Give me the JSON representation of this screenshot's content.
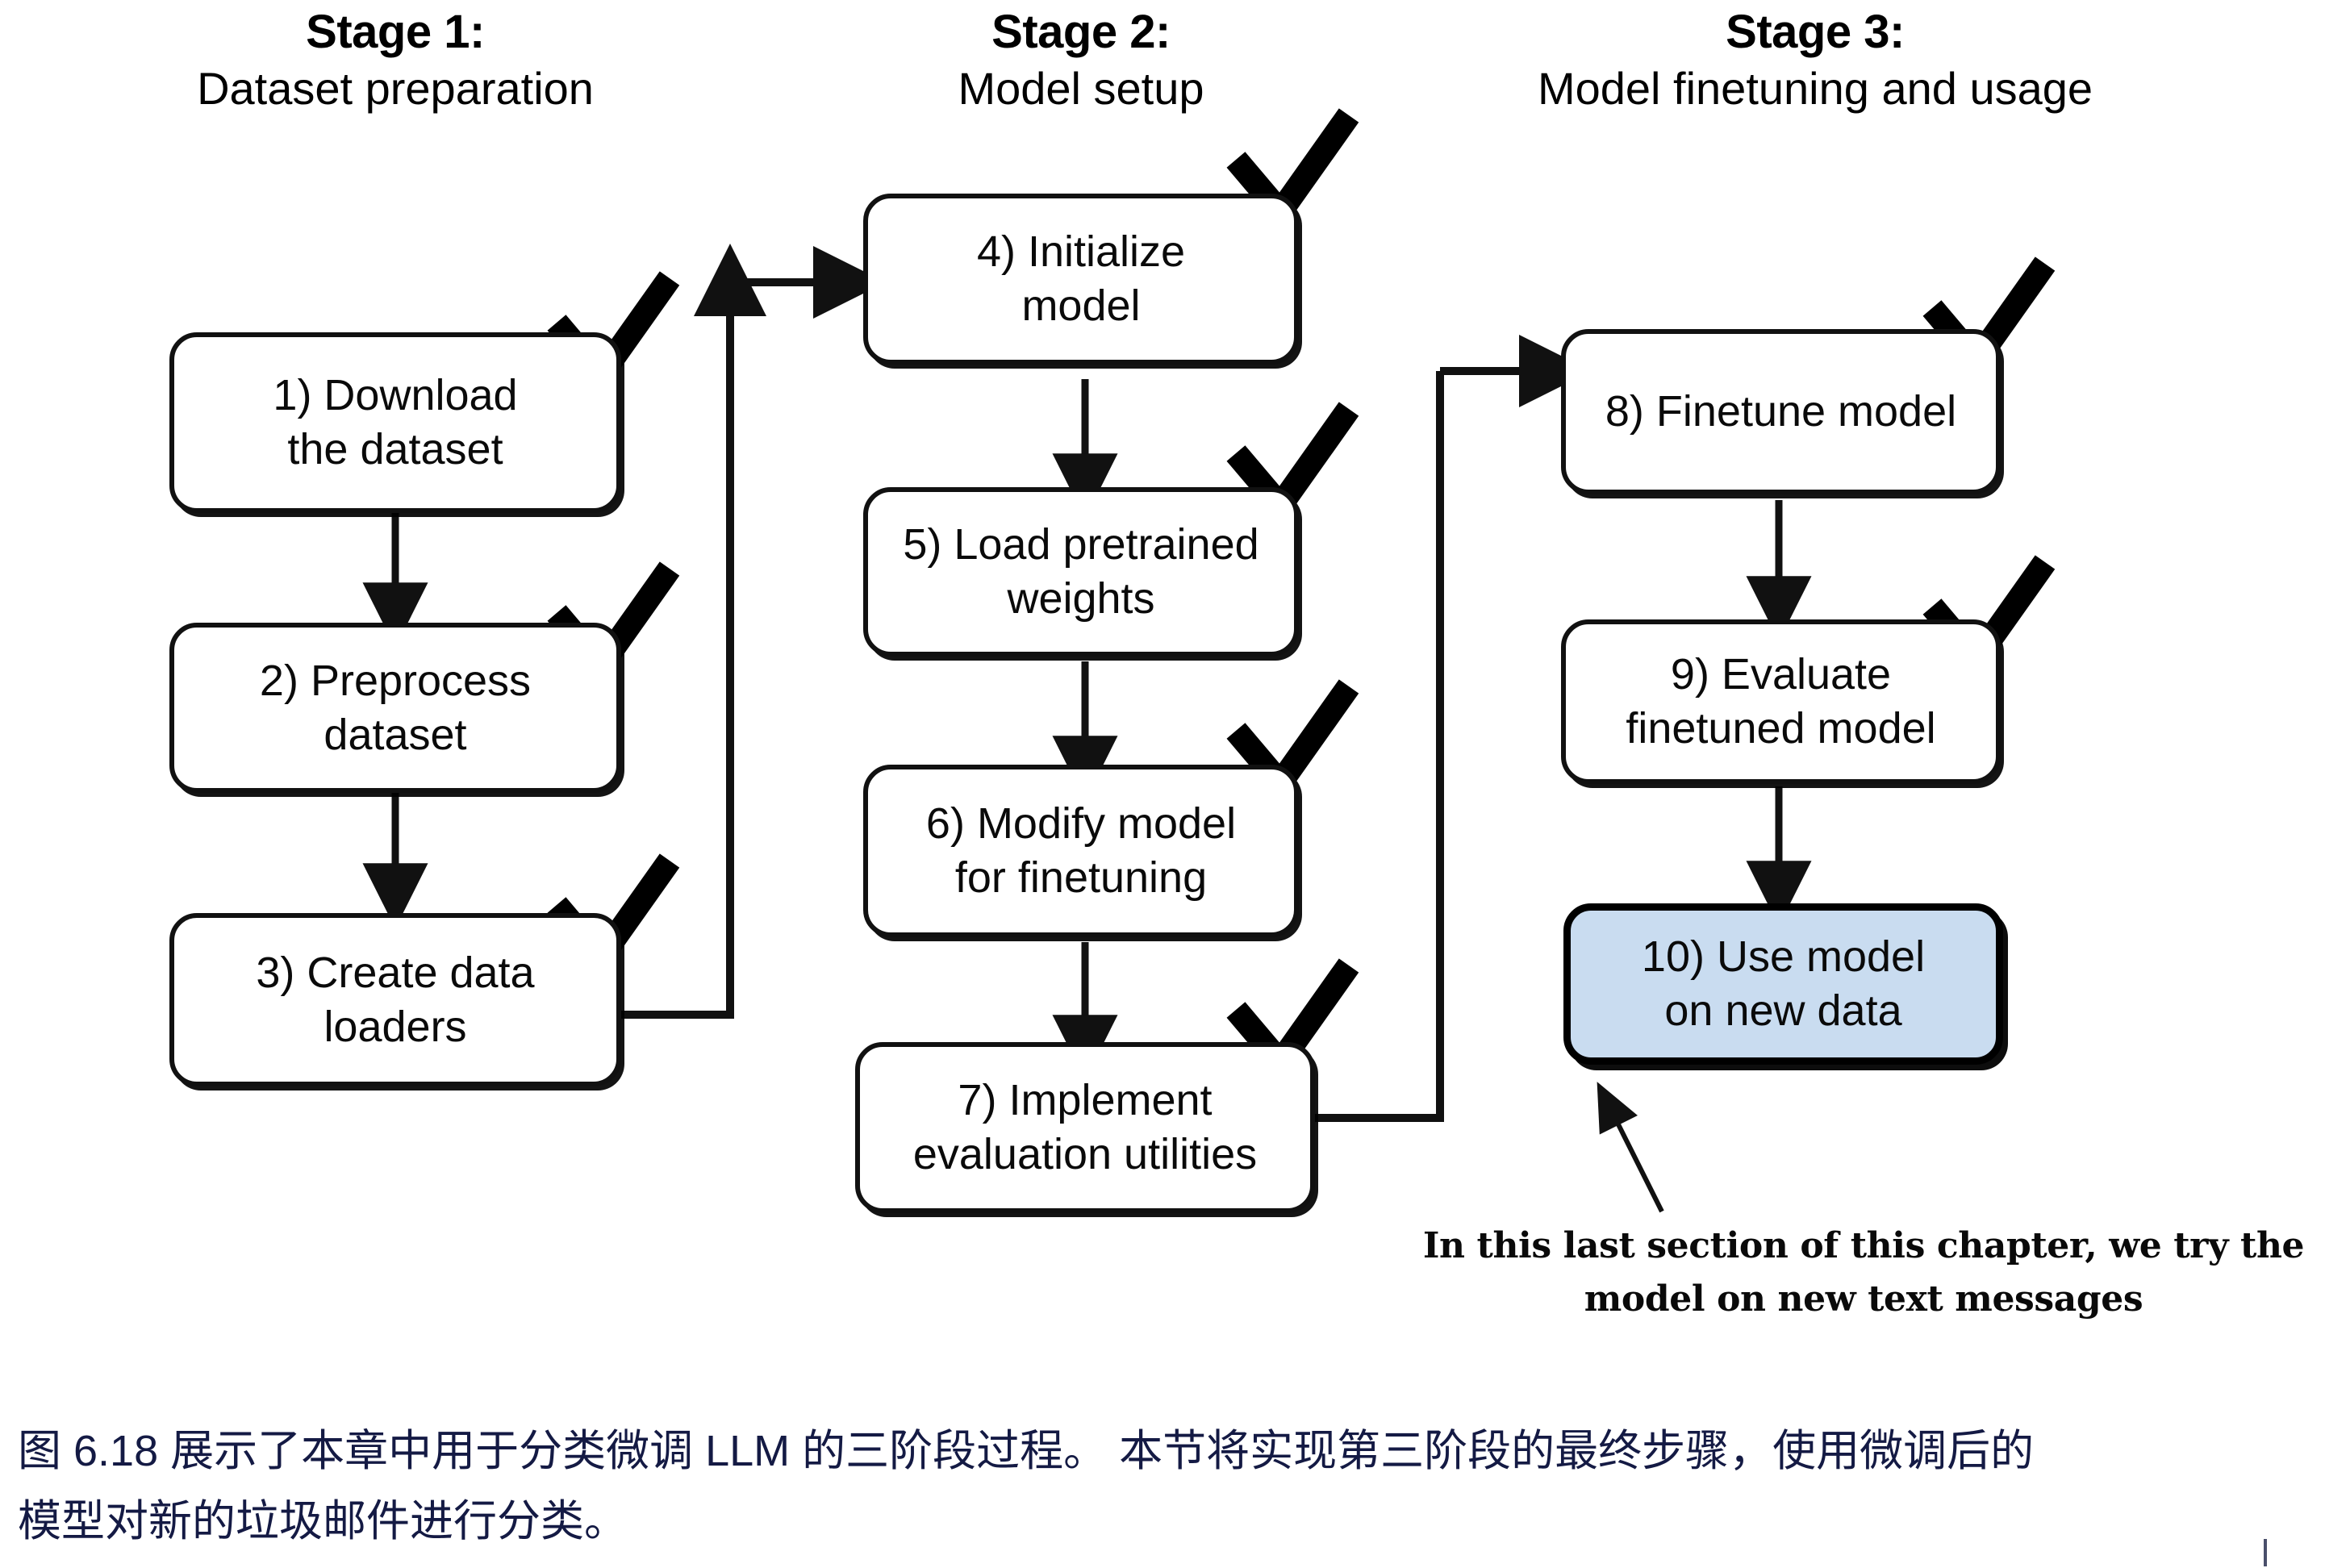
{
  "figure": {
    "stages": [
      {
        "id": "stage-1",
        "title": "Stage 1:",
        "subtitle": "Dataset preparation"
      },
      {
        "id": "stage-2",
        "title": "Stage 2:",
        "subtitle": "Model setup"
      },
      {
        "id": "stage-3",
        "title": "Stage 3:",
        "subtitle": "Model finetuning and usage"
      }
    ],
    "nodes": [
      {
        "id": "node-1",
        "stage": 1,
        "line1": "1) Download",
        "line2": "the dataset",
        "checked": true,
        "highlighted": false
      },
      {
        "id": "node-2",
        "stage": 1,
        "line1": "2) Preprocess",
        "line2": "dataset",
        "checked": true,
        "highlighted": false
      },
      {
        "id": "node-3",
        "stage": 1,
        "line1": "3) Create data",
        "line2": "loaders",
        "checked": true,
        "highlighted": false
      },
      {
        "id": "node-4",
        "stage": 2,
        "line1": "4) Initialize",
        "line2": "model",
        "checked": true,
        "highlighted": false
      },
      {
        "id": "node-5",
        "stage": 2,
        "line1": "5) Load pretrained",
        "line2": "weights",
        "checked": true,
        "highlighted": false
      },
      {
        "id": "node-6",
        "stage": 2,
        "line1": "6) Modify model",
        "line2": "for finetuning",
        "checked": true,
        "highlighted": false
      },
      {
        "id": "node-7",
        "stage": 2,
        "line1": "7) Implement",
        "line2": "evaluation utilities",
        "checked": true,
        "highlighted": false
      },
      {
        "id": "node-8",
        "stage": 3,
        "line1": "8) Finetune model",
        "line2": "",
        "checked": true,
        "highlighted": false
      },
      {
        "id": "node-9",
        "stage": 3,
        "line1": "9) Evaluate",
        "line2": "finetuned model",
        "checked": true,
        "highlighted": false
      },
      {
        "id": "node-10",
        "stage": 3,
        "line1": "10) Use model",
        "line2": "on new data",
        "checked": false,
        "highlighted": true
      }
    ],
    "annotation": {
      "line1": "In this last section of this chapter, we try the",
      "line2": "model on new text messages"
    },
    "colors": {
      "highlight_fill": "#c9dcf0",
      "stroke": "#111111",
      "caption_text": "#141a44",
      "background": "#ffffff"
    }
  },
  "caption": {
    "line1": "图 6.18 展示了本章中用于分类微调 LLM 的三阶段过程。 本节将实现第三阶段的最终步骤，使用微调后的",
    "line2": "模型对新的垃圾邮件进行分类。"
  }
}
